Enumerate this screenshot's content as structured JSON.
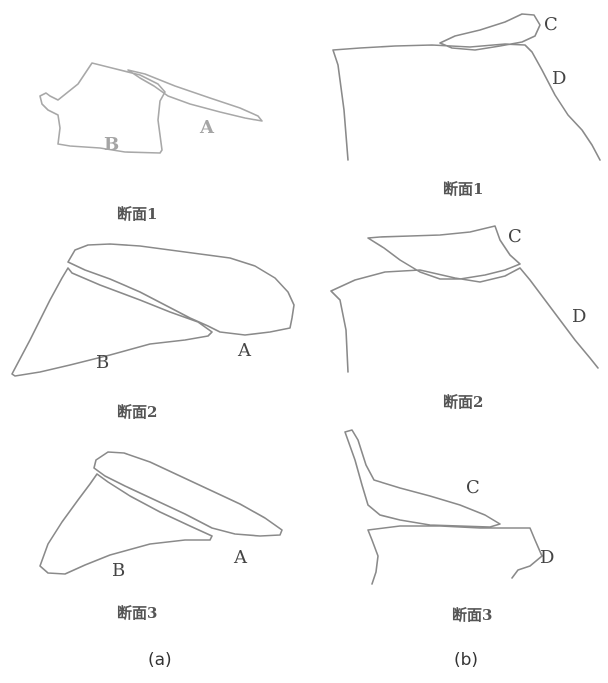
{
  "panels": {
    "a": {
      "caption": "(a)",
      "sections": [
        {
          "title": "断面1",
          "label_a": "A",
          "label_b": "B"
        },
        {
          "title": "断面2",
          "label_a": "A",
          "label_b": "B"
        },
        {
          "title": "断面3",
          "label_a": "A",
          "label_b": "B"
        }
      ]
    },
    "b": {
      "caption": "(b)",
      "sections": [
        {
          "title": "断面1",
          "label_c": "C",
          "label_d": "D"
        },
        {
          "title": "断面2",
          "label_c": "C",
          "label_d": "D"
        },
        {
          "title": "断面3",
          "label_c": "C",
          "label_d": "D"
        }
      ]
    }
  },
  "colors": {
    "outline": "#8a8a8a",
    "outline_light": "#a8a8a8",
    "text": "#444444"
  }
}
